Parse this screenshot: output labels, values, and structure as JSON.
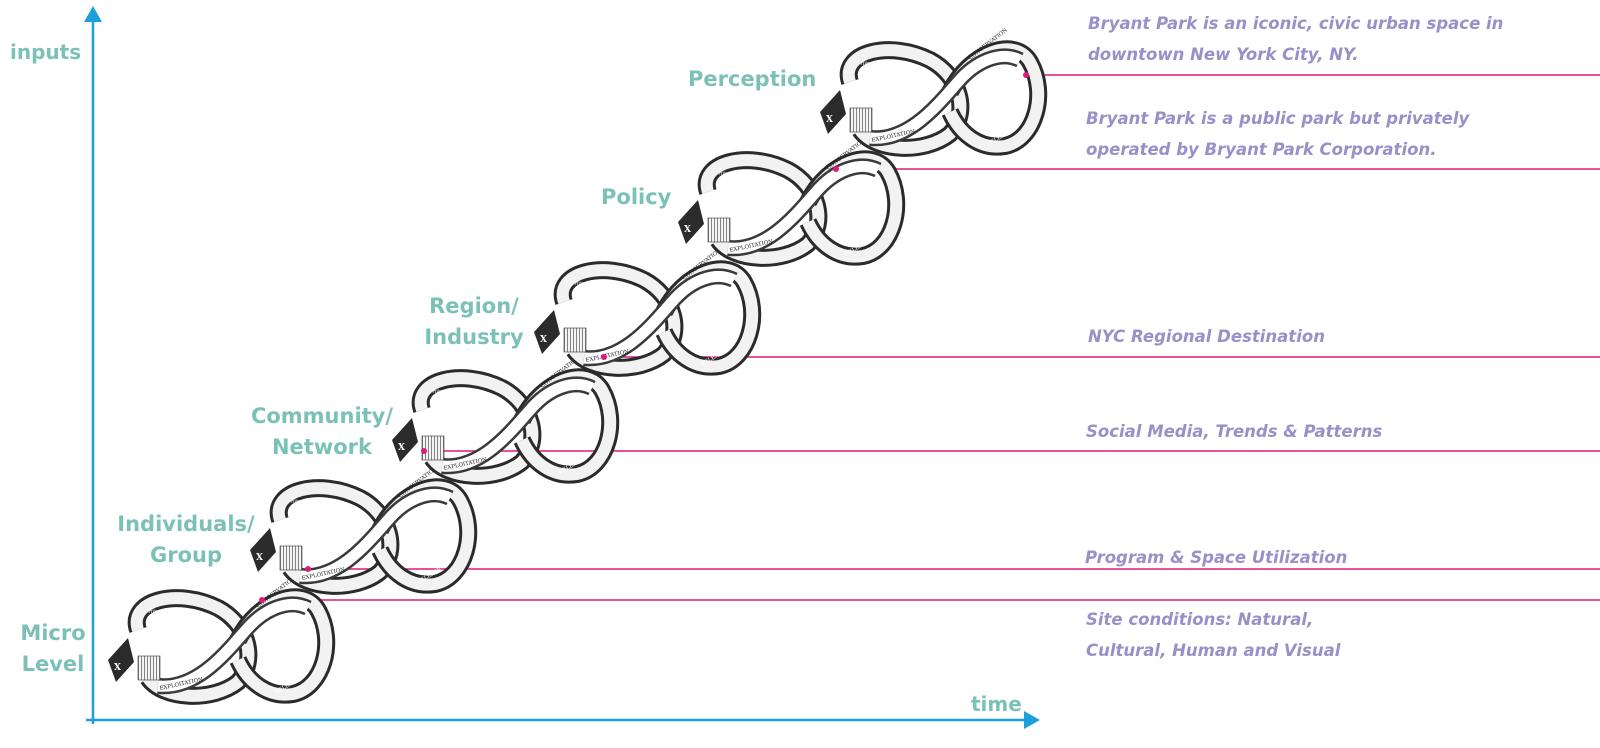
{
  "axes": {
    "y_label": "inputs",
    "x_label": "time",
    "axis_color": "#1e9fdc"
  },
  "colors": {
    "level_label": "#7cc1b8",
    "note_text": "#9b8fc9",
    "leader_line": "#e0197d",
    "ribbon_dark": "#2b2b2b",
    "ribbon_light": "#f2f2f2"
  },
  "loop_labels": {
    "reorganization": "REORGANIZATION",
    "conservation": "CONSERVATION",
    "exploitation": "EXPLOITATION",
    "release": "RELEASE",
    "x_mark": "X"
  },
  "levels": [
    {
      "line1": "Micro",
      "line2": "Level"
    },
    {
      "line1": "Individuals/",
      "line2": "Group"
    },
    {
      "line1": "Community/",
      "line2": "Network"
    },
    {
      "line1": "Region/",
      "line2": "Industry"
    },
    {
      "line1": "Policy",
      "line2": ""
    },
    {
      "line1": "Perception",
      "line2": ""
    }
  ],
  "notes": [
    {
      "line1": "Site conditions: Natural,",
      "line2": "Cultural, Human and Visual"
    },
    {
      "line1": "Program & Space Utilization",
      "line2": ""
    },
    {
      "line1": "Social Media, Trends & Patterns",
      "line2": ""
    },
    {
      "line1": "NYC Regional Destination",
      "line2": ""
    },
    {
      "line1": "Bryant Park is a public park but privately",
      "line2": "operated by Bryant Park Corporation."
    },
    {
      "line1": "Bryant Park is an iconic, civic urban space in",
      "line2": "downtown New York City, NY."
    }
  ]
}
